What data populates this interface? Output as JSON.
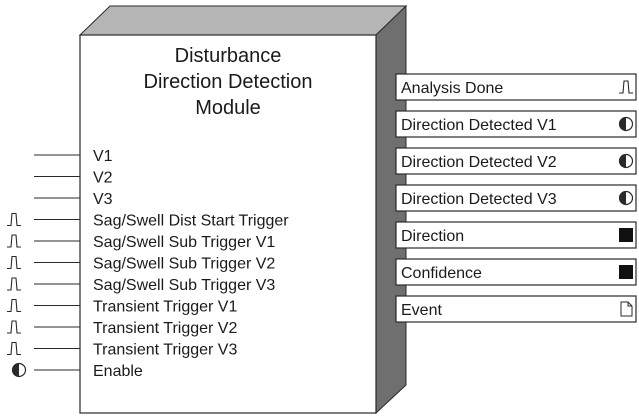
{
  "module": {
    "title_lines": [
      "Disturbance",
      "Direction Detection",
      "Module"
    ]
  },
  "inputs": [
    {
      "label": "V1",
      "icon": "line"
    },
    {
      "label": "V2",
      "icon": "line"
    },
    {
      "label": "V3",
      "icon": "line"
    },
    {
      "label": "Sag/Swell Dist Start Trigger",
      "icon": "pulse"
    },
    {
      "label": "Sag/Swell Sub Trigger V1",
      "icon": "pulse"
    },
    {
      "label": "Sag/Swell Sub Trigger V2",
      "icon": "pulse"
    },
    {
      "label": "Sag/Swell Sub Trigger V3",
      "icon": "pulse"
    },
    {
      "label": "Transient Trigger V1",
      "icon": "pulse"
    },
    {
      "label": "Transient Trigger V2",
      "icon": "pulse"
    },
    {
      "label": "Transient Trigger V3",
      "icon": "pulse"
    },
    {
      "label": "Enable",
      "icon": "half-circle"
    }
  ],
  "outputs": [
    {
      "label": "Analysis Done",
      "icon": "pulse"
    },
    {
      "label": "Direction Detected V1",
      "icon": "half-circle"
    },
    {
      "label": "Direction Detected V2",
      "icon": "half-circle"
    },
    {
      "label": "Direction Detected V3",
      "icon": "half-circle"
    },
    {
      "label": "Direction",
      "icon": "filled-square"
    },
    {
      "label": "Confidence",
      "icon": "filled-square"
    },
    {
      "label": "Event",
      "icon": "document"
    }
  ],
  "colors": {
    "box_fill": "#ffffff",
    "box_stroke": "#2a2a2a",
    "depth_side": "#6f6f6f",
    "depth_top": "#b5b5b5",
    "output_fill": "#ffffff",
    "text": "#1a1a1a"
  }
}
